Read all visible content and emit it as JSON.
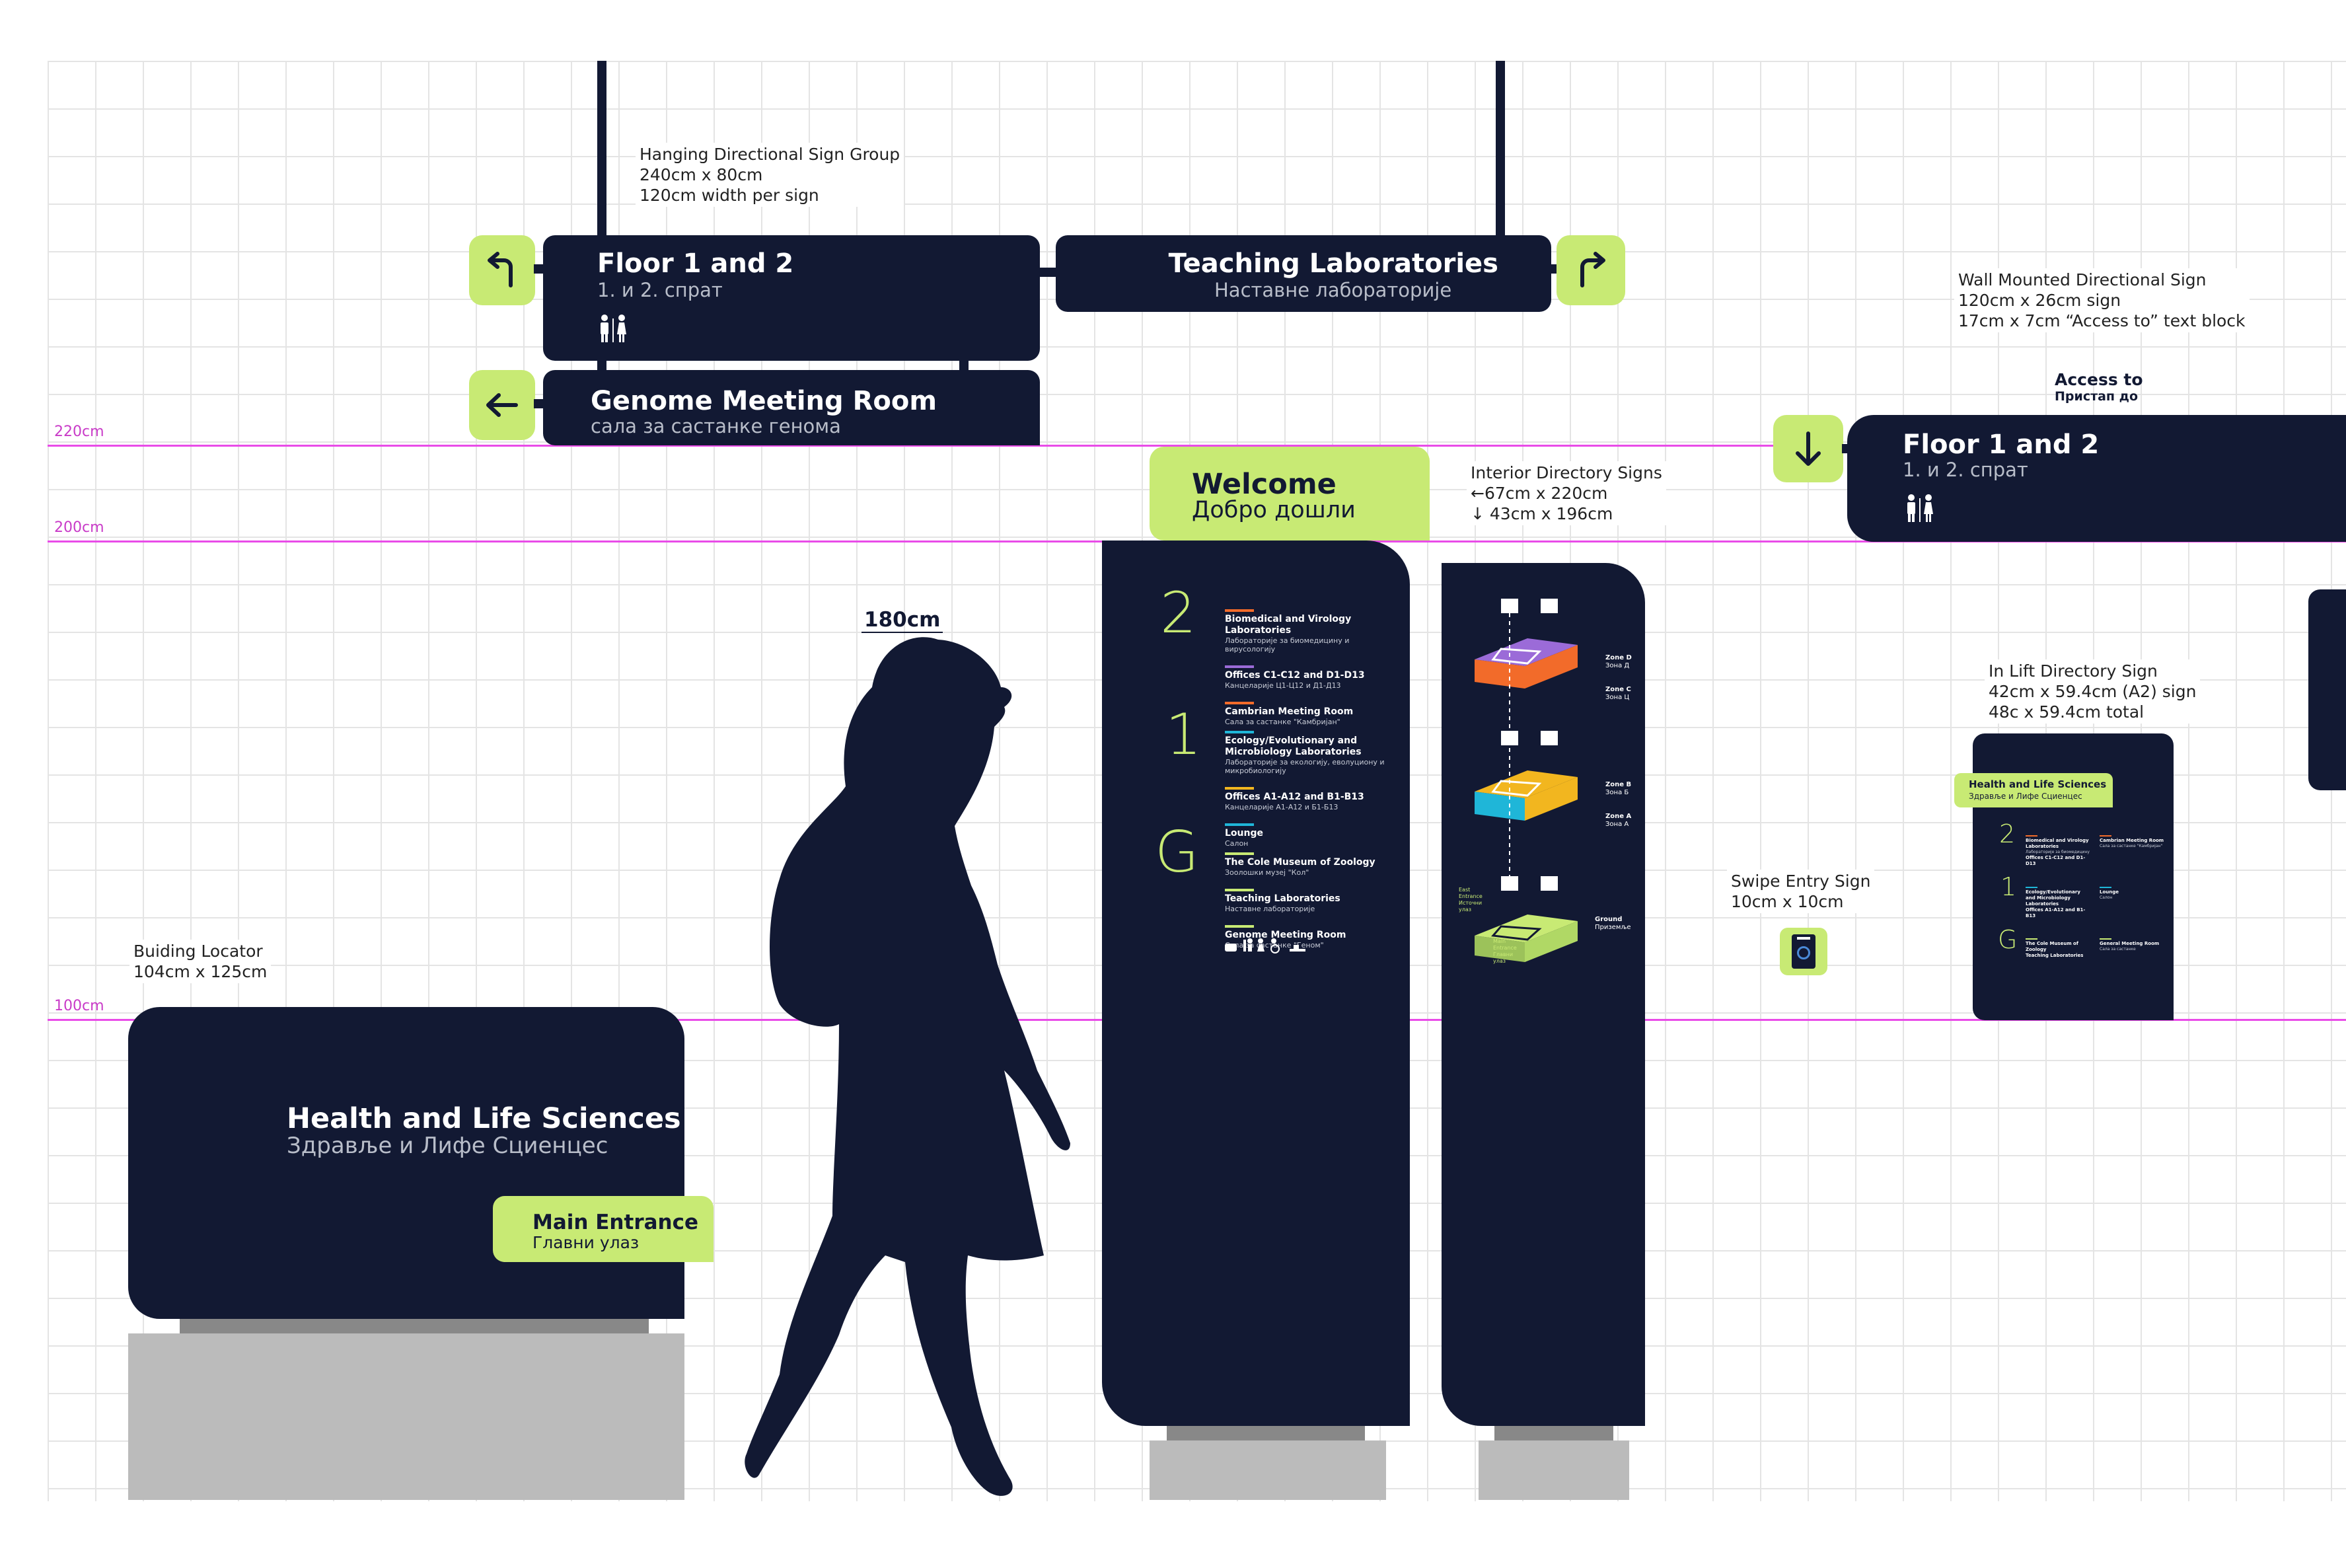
{
  "levels": [
    {
      "label": "220cm"
    },
    {
      "label": "200cm"
    },
    {
      "label": "100cm"
    }
  ],
  "annotations": {
    "hanging": {
      "title": "Hanging Directional Sign Group",
      "line1": "240cm x 80cm",
      "line2": "120cm width per sign"
    },
    "wall": {
      "title": "Wall Mounted Directional Sign",
      "line1": "120cm x 26cm sign",
      "line2": "17cm x 7cm “Access to” text block"
    },
    "interior": {
      "title": "Interior Directory Signs",
      "line1": "←67cm x 220cm",
      "line2": "↓ 43cm x 196cm"
    },
    "lift": {
      "title": "In Lift Directory Sign",
      "line1": "42cm x 59.4cm (A2) sign",
      "line2": "48c x 59.4cm total"
    },
    "swipe": {
      "title": "Swipe Entry Sign",
      "line1": "10cm x 10cm"
    },
    "locator": {
      "title": "Buiding Locator",
      "line1": "104cm x 125cm"
    },
    "person_height": "180cm"
  },
  "hanging_signs": {
    "floor12": {
      "en": "Floor 1 and 2",
      "sr": "1. и 2. спрат"
    },
    "teaching": {
      "en": "Teaching Laboratories",
      "sr": "Наставне лабораторије"
    },
    "genome": {
      "en": "Genome Meeting Room",
      "sr": "сала за састанке генома"
    }
  },
  "wall_sign": {
    "access_en": "Access to",
    "access_sr": "Пристап до",
    "en": "Floor 1 and 2",
    "sr": "1. и 2. спрат"
  },
  "welcome": {
    "en": "Welcome",
    "sr": "Добро дошли"
  },
  "directory": {
    "floors": [
      "2",
      "1",
      "G"
    ],
    "floor2": [
      {
        "en": "Biomedical and Virology Laboratories",
        "sr": "Лабораторије за биомедицину и вирусологију",
        "color": "#f26b2a"
      },
      {
        "en": "Offices C1-C12 and D1-D13",
        "sr": "Канцеларије Ц1-Ц12 и Д1-Д13",
        "color": "#9b6bd8"
      },
      {
        "en": "Cambrian Meeting Room",
        "sr": "Сала за састанке \"Камбријан\"",
        "color": "#f26b2a"
      }
    ],
    "floor1": [
      {
        "en": "Ecology/Evolutionary and Microbiology Laboratories",
        "sr": "Лабораторије за екологију, еволуциону и микробиологију",
        "color": "#1fb6d8"
      },
      {
        "en": "Offices A1-A12 and B1-B13",
        "sr": "Канцеларије А1-А12 и Б1-Б13",
        "color": "#f2b61f"
      },
      {
        "en": "Lounge",
        "sr": "Салон",
        "color": "#1fb6d8"
      }
    ],
    "floorG": [
      {
        "en": "The Cole Museum of Zoology",
        "sr": "Зоолошки музеј \"Кол\"",
        "color": "#c8ea74"
      },
      {
        "en": "Teaching Laboratories",
        "sr": "Наставне лабораторије",
        "color": "#c8ea74"
      },
      {
        "en": "Genome Meeting Room",
        "sr": "Сала за састанке \"Геном\"",
        "color": "#c8ea74"
      }
    ]
  },
  "map": {
    "zoneD": {
      "en": "Zone D",
      "sr": "Зона Д"
    },
    "zoneC": {
      "en": "Zone C",
      "sr": "Зона Ц"
    },
    "zoneB": {
      "en": "Zone B",
      "sr": "Зона Б"
    },
    "zoneA": {
      "en": "Zone A",
      "sr": "Зона А"
    },
    "ground": {
      "en": "Ground",
      "sr": "Приземље"
    },
    "east": {
      "en": "East Entrance",
      "sr": "Источни улаз"
    },
    "main": {
      "en": "Main Entrance",
      "sr": "Главни улаз"
    }
  },
  "lift": {
    "tag_en": "Health and Life Sciences",
    "tag_sr": "Здравље и Лифе Сциенцес",
    "floors": [
      "2",
      "1",
      "G"
    ],
    "f2_left": {
      "en": "Biomedical and Virology Laboratories",
      "sr": "Лабораторије за биомедицину",
      "en2": "Offices C1-C12 and D1-D13"
    },
    "f2_right": {
      "en": "Cambrian Meeting Room",
      "sr": "Сала за састанке \"Камбријан\""
    },
    "f1_left": {
      "en": "Ecology/Evolutionary and Microbiology Laboratories",
      "en2": "Offices A1-A12 and B1-B13"
    },
    "f1_right": {
      "en": "Lounge",
      "sr": "Салон"
    },
    "fG_left": {
      "en": "The Cole Museum of Zoology",
      "en2": "Teaching Laboratories"
    },
    "fG_right": {
      "en": "General Meeting Room",
      "sr": "Сала за састанке"
    }
  },
  "locator": {
    "en": "Health and Life Sciences",
    "sr": "Здравље и Лифе Сциенцес",
    "entrance_en": "Main Entrance",
    "entrance_sr": "Главни улаз"
  },
  "colors": {
    "navy": "#121933",
    "lime": "#c8ea74",
    "level_line": "#e94be8",
    "base_gray": "#bbbbbb"
  }
}
